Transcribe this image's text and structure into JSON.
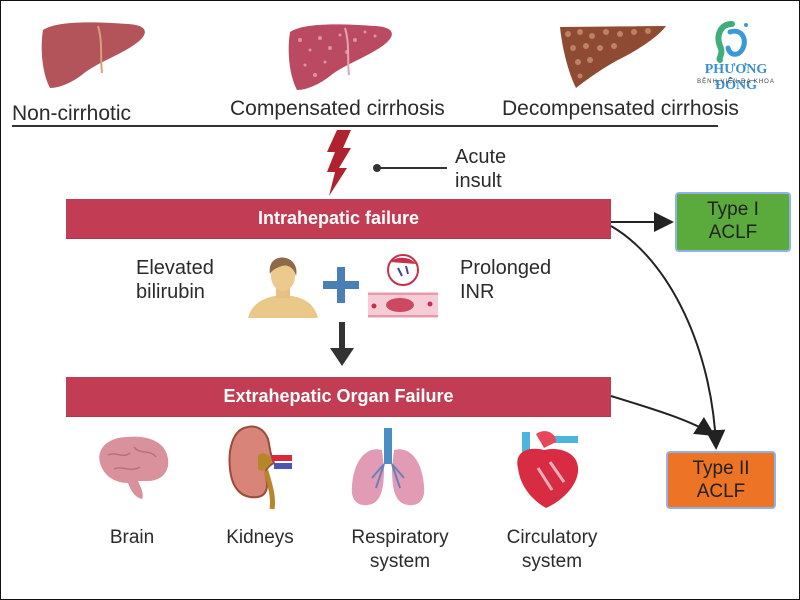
{
  "stages": [
    {
      "label": "Non-cirrhotic",
      "icon": "healthy-liver-icon"
    },
    {
      "label": "Compensated cirrhosis",
      "icon": "compensated-cirrhotic-liver-icon"
    },
    {
      "label": "Decompensated cirrhosis",
      "icon": "decompensated-cirrhotic-liver-icon"
    }
  ],
  "logo": {
    "name": "PHƯƠNG ĐÔNG",
    "subtitle": "BỆNH VIỆN ĐA KHOA"
  },
  "acute_insult": {
    "line1": "Acute",
    "line2": "insult"
  },
  "intrahepatic": {
    "title": "Intrahepatic failure"
  },
  "markers": {
    "bilirubin": {
      "line1": "Elevated",
      "line2": "bilirubin"
    },
    "inr": {
      "line1": "Prolonged",
      "line2": "INR"
    }
  },
  "extrahepatic": {
    "title": "Extrahepatic Organ Failure"
  },
  "organs": [
    {
      "line1": "Brain",
      "line2": ""
    },
    {
      "line1": "Kidneys",
      "line2": ""
    },
    {
      "line1": "Respiratory",
      "line2": "system"
    },
    {
      "line1": "Circulatory",
      "line2": "system"
    }
  ],
  "outcomes": [
    {
      "line1": "Type I",
      "line2": "ACLF",
      "color": "#5aab3c"
    },
    {
      "line1": "Type II",
      "line2": "ACLF",
      "color": "#ec7424"
    }
  ],
  "colors": {
    "bar": "#c23d53",
    "plus": "#4a7fb5",
    "lightning": "#b0222f"
  }
}
